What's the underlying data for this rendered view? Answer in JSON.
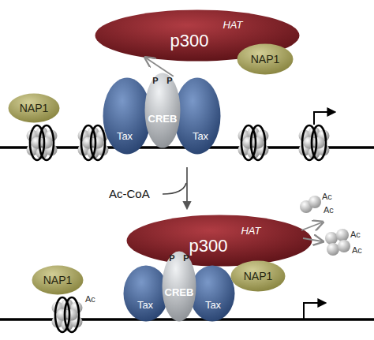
{
  "diagram": {
    "nodes": [
      {
        "text": [
          "p300",
          "HAT"
        ]
      },
      {
        "text": [
          "NAP1"
        ]
      },
      {
        "text": [
          "NAP1"
        ]
      },
      {
        "text": [
          "P",
          "P",
          "CREB"
        ]
      },
      {
        "text": [
          "Tax"
        ]
      },
      {
        "text": [
          "Tax"
        ]
      },
      {
        "text": [
          "p300",
          "HAT"
        ]
      },
      {
        "text": [
          "NAP1"
        ]
      },
      {
        "text": [
          "P",
          "P",
          "CREB"
        ]
      },
      {
        "text": [
          "Tax"
        ]
      },
      {
        "text": [
          "Tax"
        ]
      },
      {
        "text": [
          "NAP1"
        ]
      }
    ],
    "edges": [
      {
        "from": 3,
        "to": 0,
        "arrow": "to"
      }
    ],
    "labels": [
      "Ac-CoA",
      "Ac",
      "Ac",
      "Ac",
      "Ac",
      "Ac"
    ]
  }
}
